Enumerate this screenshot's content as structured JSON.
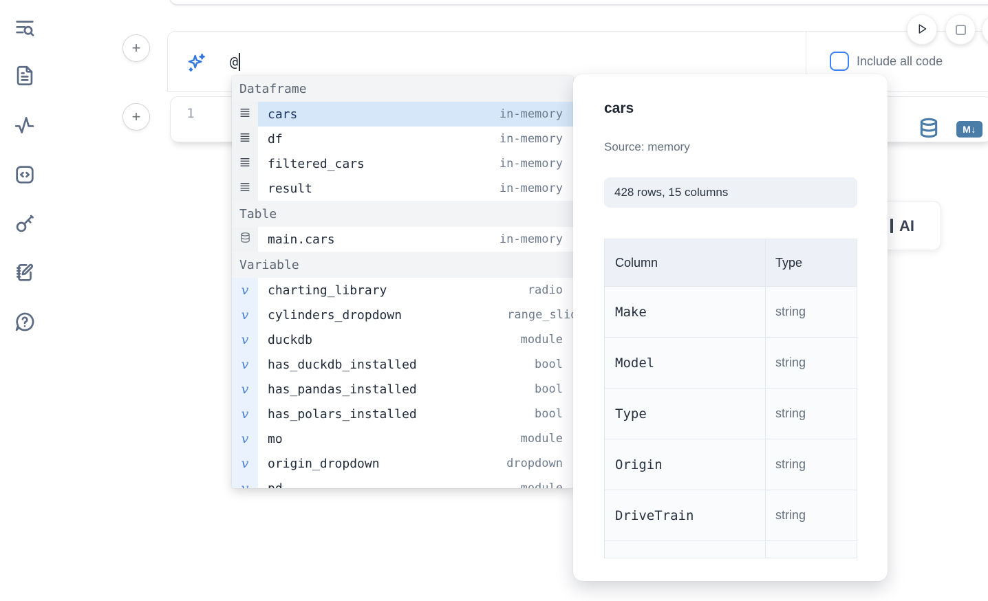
{
  "sidebar": {
    "items": [
      {
        "icon": "list-search-icon"
      },
      {
        "icon": "file-text-icon"
      },
      {
        "icon": "activity-icon"
      },
      {
        "icon": "code-square-icon"
      },
      {
        "icon": "key-icon"
      },
      {
        "icon": "notebook-pen-icon"
      },
      {
        "icon": "help-bubble-icon"
      }
    ]
  },
  "top_controls": {
    "play_icon": "play-icon",
    "stop_icon": "stop-icon"
  },
  "add_cell": {
    "glyph": "+"
  },
  "ai_cell": {
    "input_value": "@",
    "include_all_code_label": "Include all code",
    "include_all_code_checked": false,
    "sparkle_icon": "sparkles-icon"
  },
  "code_cell": {
    "line_number": "1",
    "database_icon": "database-icon",
    "markdown_badge": "M↓"
  },
  "ai_button_fragment": {
    "label": "AI"
  },
  "autocomplete": {
    "icons": {
      "variable": "v"
    },
    "sections": [
      {
        "label": "Dataframe",
        "rows": [
          {
            "name": "cars",
            "type": "in-memory",
            "selected": true
          },
          {
            "name": "df",
            "type": "in-memory",
            "selected": false
          },
          {
            "name": "filtered_cars",
            "type": "in-memory",
            "selected": false
          },
          {
            "name": "result",
            "type": "in-memory",
            "selected": false
          }
        ]
      },
      {
        "label": "Table",
        "rows": [
          {
            "name": "main.cars",
            "type": "in-memory",
            "selected": false
          }
        ]
      },
      {
        "label": "Variable",
        "rows": [
          {
            "name": "charting_library",
            "type": "radio",
            "selected": false
          },
          {
            "name": "cylinders_dropdown",
            "type": "range_slider",
            "selected": false
          },
          {
            "name": "duckdb",
            "type": "module",
            "selected": false
          },
          {
            "name": "has_duckdb_installed",
            "type": "bool",
            "selected": false
          },
          {
            "name": "has_pandas_installed",
            "type": "bool",
            "selected": false
          },
          {
            "name": "has_polars_installed",
            "type": "bool",
            "selected": false
          },
          {
            "name": "mo",
            "type": "module",
            "selected": false
          },
          {
            "name": "origin_dropdown",
            "type": "dropdown",
            "selected": false
          },
          {
            "name": "pd",
            "type": "module",
            "selected": false
          }
        ]
      }
    ]
  },
  "preview": {
    "title": "cars",
    "source": "Source: memory",
    "shape_text": "428 rows, 15 columns",
    "rows": 428,
    "columns": 15,
    "table": {
      "headers": [
        "Column",
        "Type"
      ],
      "rows": [
        [
          "Make",
          "string"
        ],
        [
          "Model",
          "string"
        ],
        [
          "Type",
          "string"
        ],
        [
          "Origin",
          "string"
        ],
        [
          "DriveTrain",
          "string"
        ]
      ]
    }
  },
  "colors": {
    "accent_blue": "#3b82f6",
    "steel_blue": "#4a7ca8",
    "selection_blue": "#d7e7fa",
    "slate_icon": "#5c6b84"
  }
}
